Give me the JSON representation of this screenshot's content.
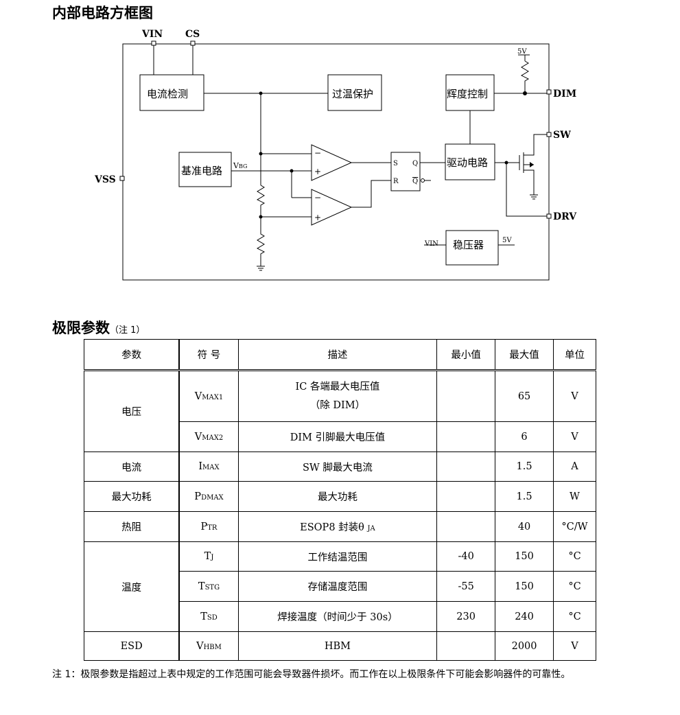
{
  "section1": {
    "title": "内部电路方框图"
  },
  "diagram": {
    "pins": {
      "vin": "VIN",
      "cs": "CS",
      "vss": "VSS",
      "dim": "DIM",
      "sw": "SW",
      "drv": "DRV"
    },
    "blocks": {
      "current_detect": "电流检测",
      "over_temp": "过温保护",
      "brightness": "辉度控制",
      "reference": "基准电路",
      "driver": "驱动电路",
      "regulator": "稳压器"
    },
    "labels": {
      "vbg_main": "V",
      "vbg_sub": "BG",
      "five_v_top": "5V",
      "five_v_reg": "5V",
      "vin_reg": "VIN",
      "s": "S",
      "q": "Q",
      "r": "R",
      "qbar": "Q",
      "minus": "−",
      "plus": "+"
    }
  },
  "section2": {
    "title": "极限参数",
    "note_ref": "（注 1）"
  },
  "table": {
    "headers": [
      "参数",
      "符  号",
      "描述",
      "最小值",
      "最大值",
      "单位"
    ],
    "groups": {
      "voltage": "电压",
      "current": "电流",
      "power": "最大功耗",
      "thermal": "热阻",
      "temperature": "温度",
      "esd": "ESD"
    },
    "rows": [
      {
        "sym_main": "V",
        "sym_sub": "MAX1",
        "desc": "IC 各端最大电压值",
        "desc2": "（除 DIM）",
        "min": "",
        "max": "65",
        "unit": "V"
      },
      {
        "sym_main": "V",
        "sym_sub": "MAX2",
        "desc": "DIM 引脚最大电压值",
        "min": "",
        "max": "6",
        "unit": "V"
      },
      {
        "sym_main": "I",
        "sym_sub": "MAX",
        "desc": "SW 脚最大电流",
        "min": "",
        "max": "1.5",
        "unit": "A"
      },
      {
        "sym_main": "P",
        "sym_sub": "DMAX",
        "desc": "最大功耗",
        "min": "",
        "max": "1.5",
        "unit": "W"
      },
      {
        "sym_main": "P",
        "sym_sub": "TR",
        "desc": "ESOP8 封装θ",
        "desc_sub": "JA",
        "min": "",
        "max": "40",
        "unit": "°C/W"
      },
      {
        "sym_main": "T",
        "sym_sub": "J",
        "desc": "工作结温范围",
        "min": "-40",
        "max": "150",
        "unit": "°C"
      },
      {
        "sym_main": "T",
        "sym_sub": "STG",
        "desc": "存储温度范围",
        "min": "-55",
        "max": "150",
        "unit": "°C"
      },
      {
        "sym_main": "T",
        "sym_sub": "SD",
        "desc": "焊接温度（时间少于 30s）",
        "min": "230",
        "max": "240",
        "unit": "°C"
      },
      {
        "sym_main": "V",
        "sym_sub": "HBM",
        "desc": "HBM",
        "min": "",
        "max": "2000",
        "unit": "V"
      }
    ]
  },
  "footnote": "注 1：极限参数是指超过上表中规定的工作范围可能会导致器件损坏。而工作在以上极限条件下可能会影响器件的可靠性。"
}
